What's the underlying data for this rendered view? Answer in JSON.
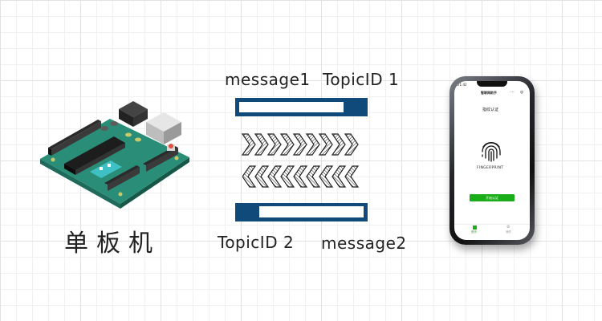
{
  "labels": {
    "message1": "message1",
    "topic1": "TopicID 1",
    "topic2": "TopicID 2",
    "message2": "message2"
  },
  "board": {
    "label": "单板机"
  },
  "phone": {
    "time": "21:42",
    "app_title": "智联网助手",
    "page_title": "指纹认证",
    "fingerprint_text": "FINGERPRINT",
    "button_label": "开始认证",
    "tab1": "首页",
    "tab2": "我的"
  },
  "colors": {
    "bar": "#0f4a7b",
    "wechat_green": "#1aad19",
    "board_green": "#2a8d78"
  }
}
